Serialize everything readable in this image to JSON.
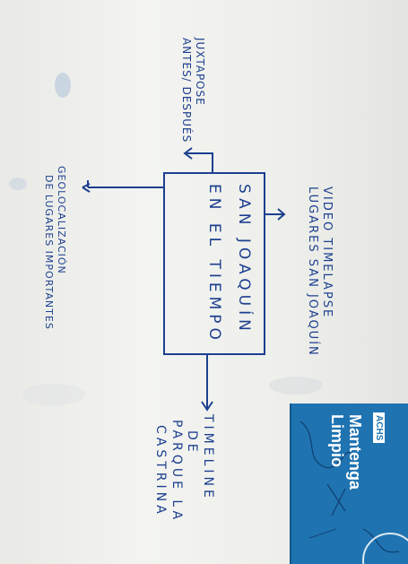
{
  "whiteboard": {
    "center_box": [
      "SAN JOAQUÍN",
      "EN EL TIEMPO"
    ],
    "top_right_note": [
      "VIDEO TIMELAPSE",
      "LUGARES SAN JOAQUÍN"
    ],
    "top_left_note": [
      "JUXTAPOSE",
      "ANTES/ DESPUÉS"
    ],
    "left_note": [
      "GEOLOCALIZACIÓN",
      "DE LUGARES IMPORTANTES"
    ],
    "bottom_note": [
      "TIMELINE",
      "DE",
      "PARQUE LA",
      "CASTRINA"
    ]
  },
  "sign": {
    "logo": "ACHS",
    "lines": [
      "Mantenga",
      "Limpio"
    ]
  },
  "colors": {
    "marker": "#1c3f8f",
    "board": "#f0f1ed",
    "sign_blue": "#1f73b1"
  }
}
